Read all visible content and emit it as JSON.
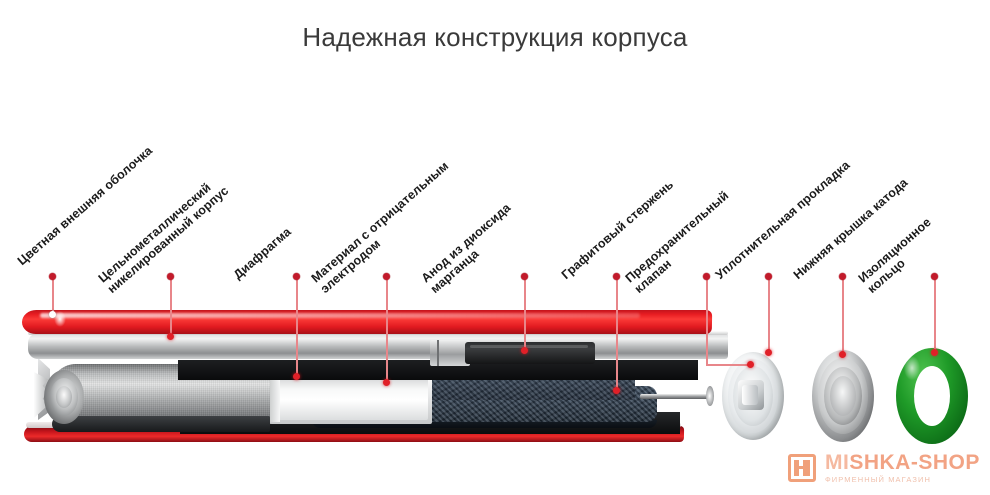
{
  "page": {
    "title": "Надежная конструкция корпуса",
    "accent_red": "#e01f25",
    "leader_color": "#e8868a",
    "dot_color": "#c21b2b",
    "insulation_green": "#199b27",
    "anode_color": "#2a3744",
    "watermark_color": "#f2a384"
  },
  "callouts": [
    {
      "id": "colored-outer-shell",
      "line1": "Цветная внешняя оболочка",
      "line2": ""
    },
    {
      "id": "all-metal-nickel-case",
      "line1": "Цельнометаллический",
      "line2": "никелированный корпус"
    },
    {
      "id": "diaphragm",
      "line1": "Диафрагма",
      "line2": ""
    },
    {
      "id": "negative-electrode-material",
      "line1": "Материал с отрицательным",
      "line2": "электродом"
    },
    {
      "id": "manganese-dioxide-anode",
      "line1": "Анод из диоксида",
      "line2": "марганца"
    },
    {
      "id": "graphite-rod",
      "line1": "Графитовый стержень",
      "line2": ""
    },
    {
      "id": "safety-valve",
      "line1": "Предохранительный",
      "line2": "клапан"
    },
    {
      "id": "sealing-gasket",
      "line1": "Уплотнительная прокладка",
      "line2": ""
    },
    {
      "id": "lower-cathode-cap",
      "line1": "Нижняя крышка катода",
      "line2": ""
    },
    {
      "id": "insulation-ring",
      "line1": "Изоляционное",
      "line2": "кольцо"
    }
  ],
  "watermark": {
    "icon": "shop-building-icon",
    "name_prefix": "MI",
    "name_rest": "SHKA-SHOP",
    "subtitle": "ФИРМЕННЫЙ МАГАЗИН"
  }
}
